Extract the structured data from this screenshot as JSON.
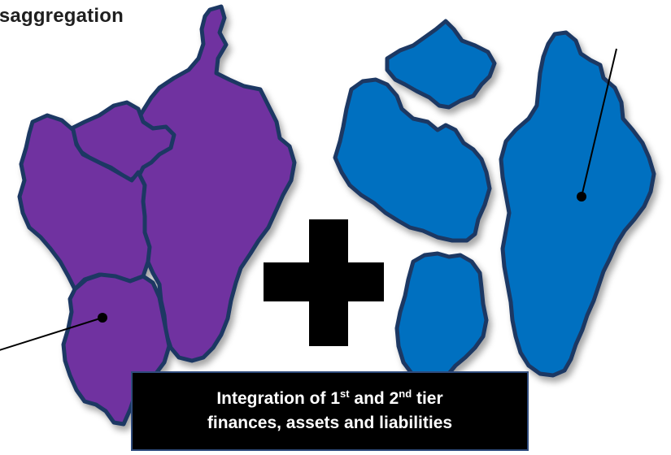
{
  "title": "isaggregation",
  "caption": {
    "line1_a": "Integration of 1",
    "line1_sup1": "st",
    "line1_b": " and 2",
    "line1_sup2": "nd",
    "line1_c": " tier",
    "line2": "finances, assets and liabilities"
  },
  "colors": {
    "left_fill": "#7030a0",
    "right_fill": "#0070c0",
    "outline": "#1f3864",
    "plus": "#000000",
    "caption_bg": "#000000",
    "caption_text": "#ffffff"
  },
  "symbols": {
    "operator": "plus-sign"
  }
}
